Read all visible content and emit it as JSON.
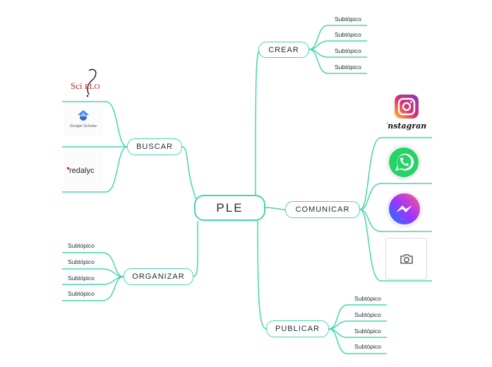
{
  "central": {
    "label": "PLE"
  },
  "branches": {
    "crear": {
      "label": "CREAR",
      "leaves": [
        "Subtópico",
        "Subtópico",
        "Subtópico",
        "Subtópico"
      ]
    },
    "buscar": {
      "label": "BUSCAR",
      "images": [
        "SciELO",
        "Google Scholar",
        "redalyc"
      ]
    },
    "comunicar": {
      "label": "COMUNICAR",
      "images": [
        "Instagram",
        "WhatsApp",
        "Messenger",
        "camera"
      ]
    },
    "organizar": {
      "label": "ORGANIZAR",
      "leaves": [
        "Subtópico",
        "Subtópico",
        "Subtópico",
        "Subtópico"
      ]
    },
    "publicar": {
      "label": "PUBLICAR",
      "leaves": [
        "Subtópico",
        "Subtópico",
        "Subtópico",
        "Subtópico"
      ]
    }
  },
  "logos": {
    "scielo_text": "SciELO",
    "scholar_text": "Google Scholar",
    "redalyc_text": "redalyc",
    "instagram_text": "Instagram"
  },
  "colors": {
    "line": "#45d6ae",
    "text": "#1f2a30"
  }
}
